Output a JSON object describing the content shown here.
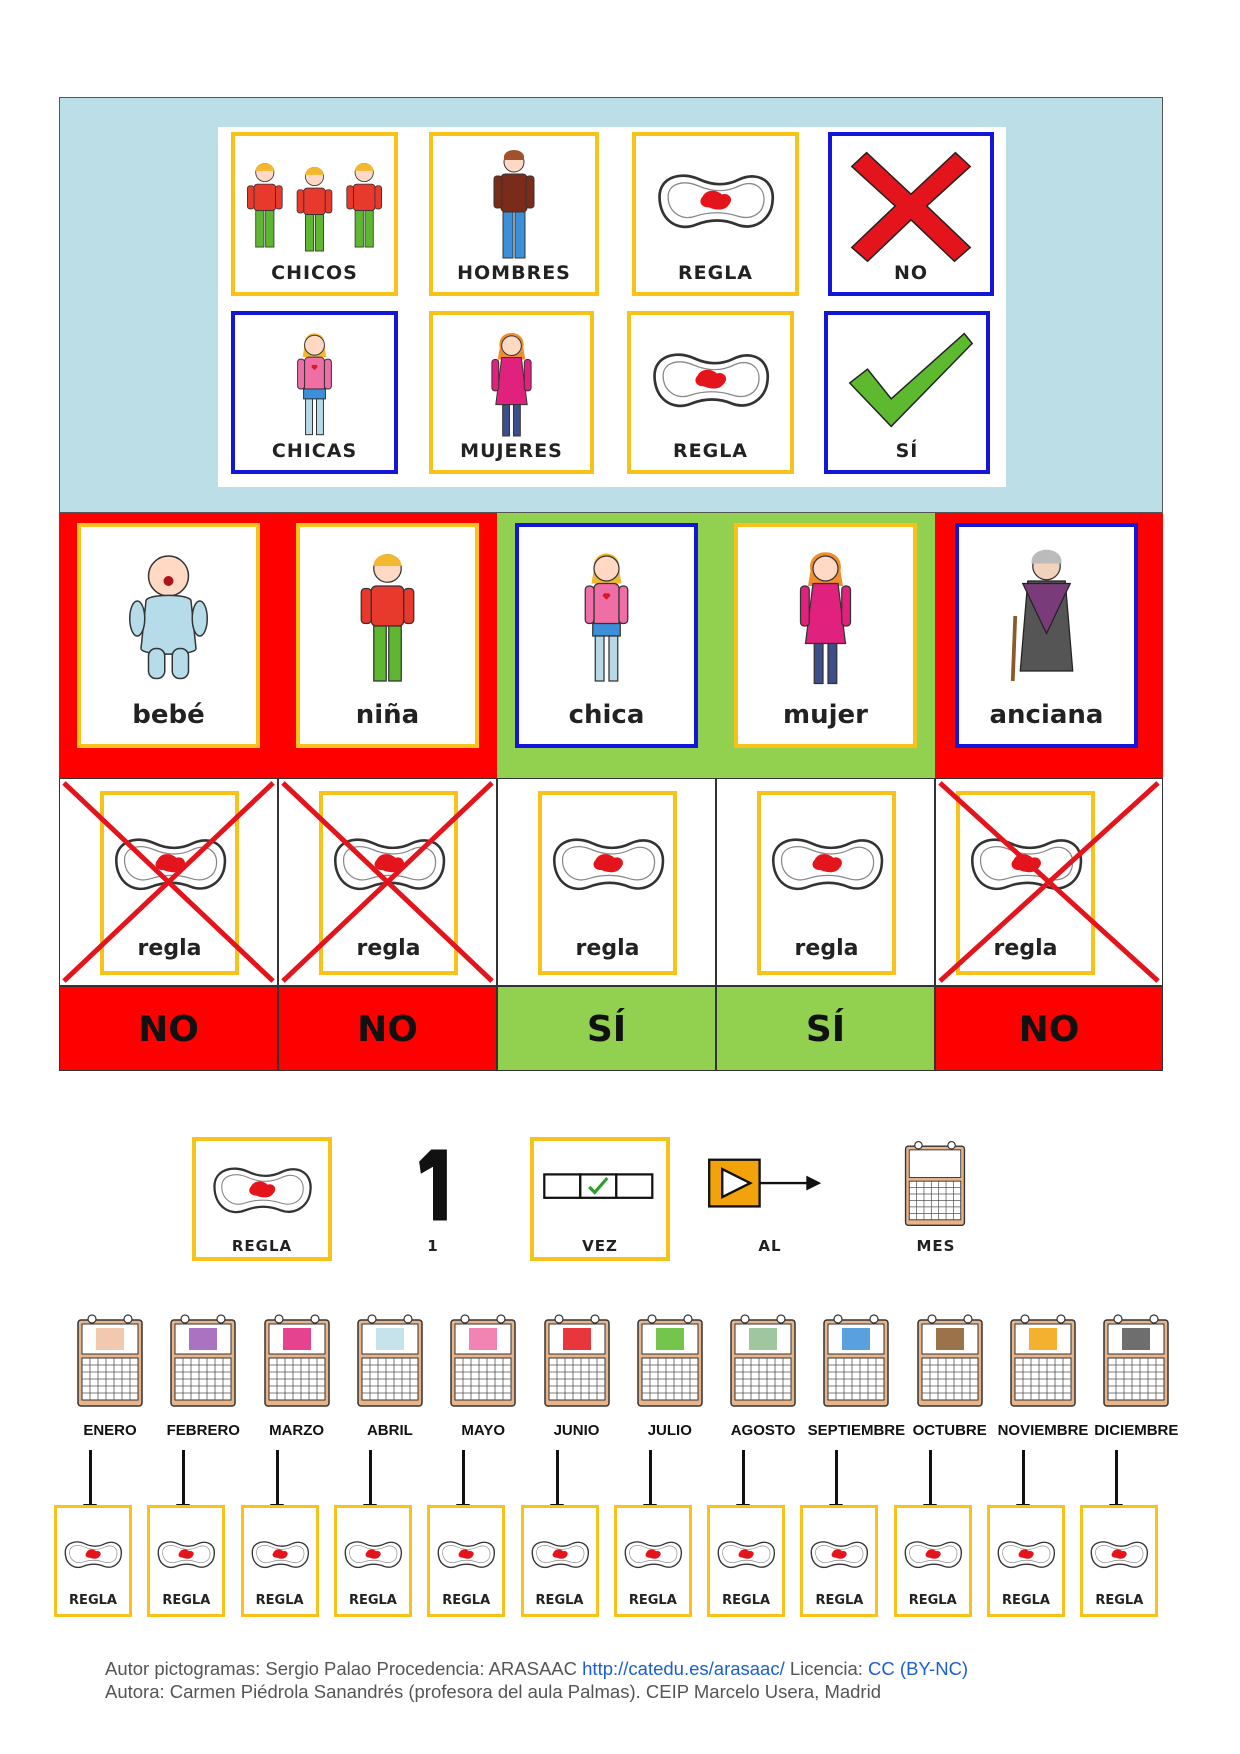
{
  "legend": {
    "row1": [
      {
        "label": "CHICOS",
        "icon": "boys-icon",
        "border": "yellow"
      },
      {
        "label": "HOMBRES",
        "icon": "man-icon",
        "border": "yellow"
      },
      {
        "label": "REGLA",
        "icon": "sanitary-pad-icon",
        "border": "yellow"
      },
      {
        "label": "NO",
        "icon": "red-x-icon",
        "border": "blue"
      }
    ],
    "row2": [
      {
        "label": "CHICAS",
        "icon": "girl-icon",
        "border": "blue"
      },
      {
        "label": "MUJERES",
        "icon": "woman-icon",
        "border": "yellow"
      },
      {
        "label": "REGLA",
        "icon": "sanitary-pad-icon",
        "border": "yellow"
      },
      {
        "label": "SÍ",
        "icon": "green-check-icon",
        "border": "blue"
      }
    ]
  },
  "grid": [
    {
      "person": "bebé",
      "icon": "baby-icon",
      "regla": "regla",
      "crossed": true,
      "answer": "NO",
      "status_color": "#ff0000",
      "card_border": "yellow"
    },
    {
      "person": "niña",
      "icon": "little-girl-icon",
      "regla": "regla",
      "crossed": true,
      "answer": "NO",
      "status_color": "#ff0000",
      "card_border": "yellow"
    },
    {
      "person": "chica",
      "icon": "girl-icon",
      "regla": "regla",
      "crossed": false,
      "answer": "SÍ",
      "status_color": "#92d050",
      "card_border": "blue"
    },
    {
      "person": "mujer",
      "icon": "woman-icon",
      "regla": "regla",
      "crossed": false,
      "answer": "SÍ",
      "status_color": "#92d050",
      "card_border": "yellow"
    },
    {
      "person": "anciana",
      "icon": "old-woman-icon",
      "regla": "regla",
      "crossed": true,
      "answer": "NO",
      "status_color": "#ff0000",
      "card_border": "blue"
    }
  ],
  "sentence": [
    {
      "label": "REGLA",
      "icon": "sanitary-pad-icon"
    },
    {
      "label": "1",
      "icon": "number-one-icon"
    },
    {
      "label": "VEZ",
      "icon": "once-checkbox-icon"
    },
    {
      "label": "AL",
      "icon": "play-arrow-icon"
    },
    {
      "label": "MES",
      "icon": "calendar-icon"
    }
  ],
  "months": [
    "ENERO",
    "FEBRERO",
    "MARZO",
    "ABRIL",
    "MAYO",
    "JUNIO",
    "JULIO",
    "AGOSTO",
    "SEPTIEMBRE",
    "OCTUBRE",
    "NOVIEMBRE",
    "DICIEMBRE"
  ],
  "month_regla_label": "REGLA",
  "credits": {
    "line1_a": "Autor pictogramas: Sergio Palao Procedencia: ARASAAC ",
    "line1_link": "http://catedu.es/arasaac/",
    "line1_b": " Licencia: ",
    "line1_license": "CC (BY-NC)",
    "line2": "Autora: Carmen Piédrola Sanandrés (profesora del aula Palmas). CEIP Marcelo Usera, Madrid"
  },
  "colors": {
    "yellow_border": "#f7c31a",
    "blue_border": "#1316d8",
    "no_red": "#ff0000",
    "yes_green": "#92d050",
    "legend_bg": "#bcdee7"
  }
}
